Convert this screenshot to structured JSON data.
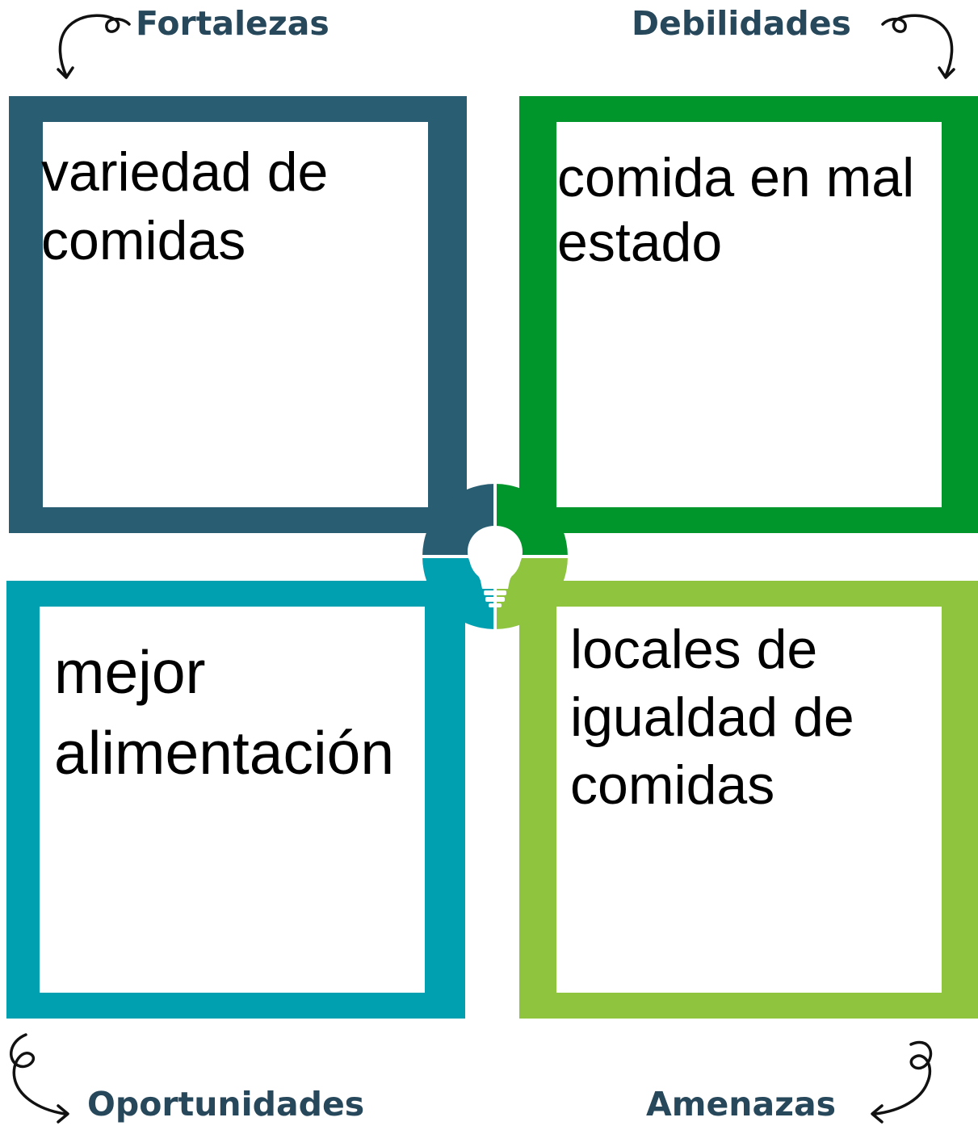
{
  "colors": {
    "strengths": "#285d72",
    "weaknesses": "#00962b",
    "opportunities": "#00a0b0",
    "threats": "#8fc43f",
    "heading": "#27475a"
  },
  "quadrants": {
    "strengths": {
      "heading": "Fortalezas",
      "text": [
        "variedad de",
        "comidas"
      ]
    },
    "weaknesses": {
      "heading": "Debilidades",
      "text": [
        "comida en mal",
        "estado"
      ]
    },
    "opportunities": {
      "heading": "Oportunidades",
      "text": [
        "mejor",
        "alimentación"
      ]
    },
    "threats": {
      "heading": "Amenazas",
      "text": [
        "locales de",
        "igualdad de",
        "comidas"
      ]
    }
  },
  "icons": {
    "center": "lightbulb-icon",
    "arrows": "curly-arrow-icon"
  }
}
